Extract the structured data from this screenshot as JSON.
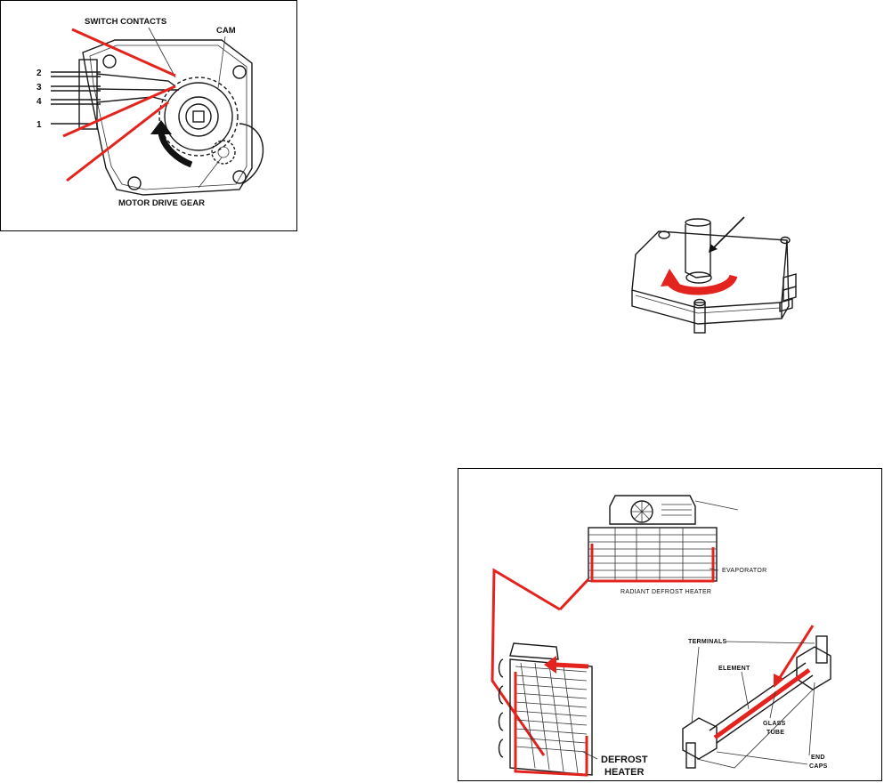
{
  "timer_diagram": {
    "switch_contacts": "SWITCH CONTACTS",
    "cam": "CAM",
    "motor_drive_gear": "MOTOR DRIVE GEAR",
    "terminals": [
      "2",
      "3",
      "4",
      "1"
    ]
  },
  "heater_diagram": {
    "evaporator": "EVAPORATOR",
    "radiant_defrost_heater": "RADIANT DEFROST HEATER",
    "terminals": "TERMINALS",
    "element": "ELEMENT",
    "glass_tube_line1": "GLASS",
    "glass_tube_line2": "TUBE",
    "end_caps_line1": "END",
    "end_caps_line2": "CAPS",
    "defrost_heater_line1": "DEFROST",
    "defrost_heater_line2": "HEATER"
  },
  "colors": {
    "highlight_red": "#e3241e",
    "ink": "#1a1a1a"
  }
}
